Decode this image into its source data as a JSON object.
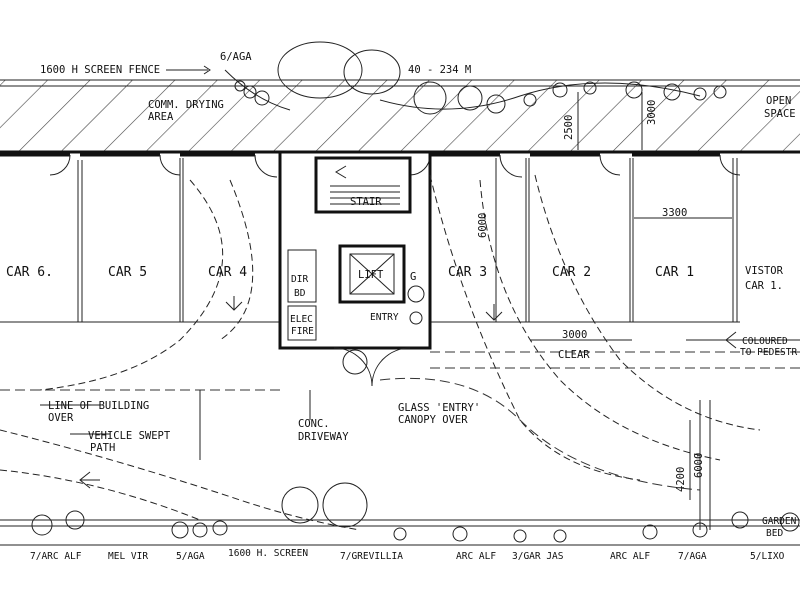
{
  "labels": {
    "screen_fence_top": "1600 H  SCREEN FENCE",
    "aga_top": "6/AGA",
    "dimension_top": "40 - 234  M",
    "comm_drying": "COMM. DRYING",
    "area": "AREA",
    "open": "OPEN",
    "space": "SPACE",
    "dim_2500": "2500",
    "dim_3000_top": "3000",
    "stair": "STAIR",
    "dim_6000": "6000",
    "dim_3300": "3300",
    "car6": "CAR 6.",
    "car5": "CAR 5",
    "car4": "CAR 4",
    "car3": "CAR 3",
    "car2": "CAR 2",
    "car1": "CAR 1",
    "lift": "LIFT",
    "g": "G",
    "dir": "DIR",
    "bd": "BD",
    "elec": "ELEC",
    "fire": "FIRE",
    "entry": "ENTRY",
    "visitor": "VISTOR",
    "visitor_car": "CAR 1.",
    "dim_3000_clear": "3000",
    "clear": "CLEAR",
    "coloured": "COLOURED",
    "to_pedestr": "TO PEDESTR",
    "line_of_building": "LINE OF BUILDING",
    "over": "OVER",
    "vehicle_swept": "VEHICLE SWEPT",
    "path": "PATH",
    "conc": "CONC.",
    "driveway": "DRIVEWAY",
    "glass_entry": "GLASS 'ENTRY'",
    "canopy_over": "CANOPY OVER",
    "dim_4200": "4200",
    "dim_6000_bottom": "6000",
    "garden": "GARDEN",
    "bed": "BED",
    "b_arc_alf_1": "7/ARC ALF",
    "b_mel_vir": "MEL VIR",
    "b_aga": "5/AGA",
    "b_screen": "1600 H. SCREEN",
    "b_grevillia": "7/GREVILLIA",
    "b_arc_alf_2": "ARC ALF",
    "b_gar_jas": "3/GAR JAS",
    "b_arc_alf_3": "ARC ALF",
    "b_aga_2": "7/AGA",
    "b_lixo": "5/LIXO"
  },
  "colors": {
    "ink": "#111111",
    "paper": "#ffffff",
    "hatch": "#444444"
  }
}
